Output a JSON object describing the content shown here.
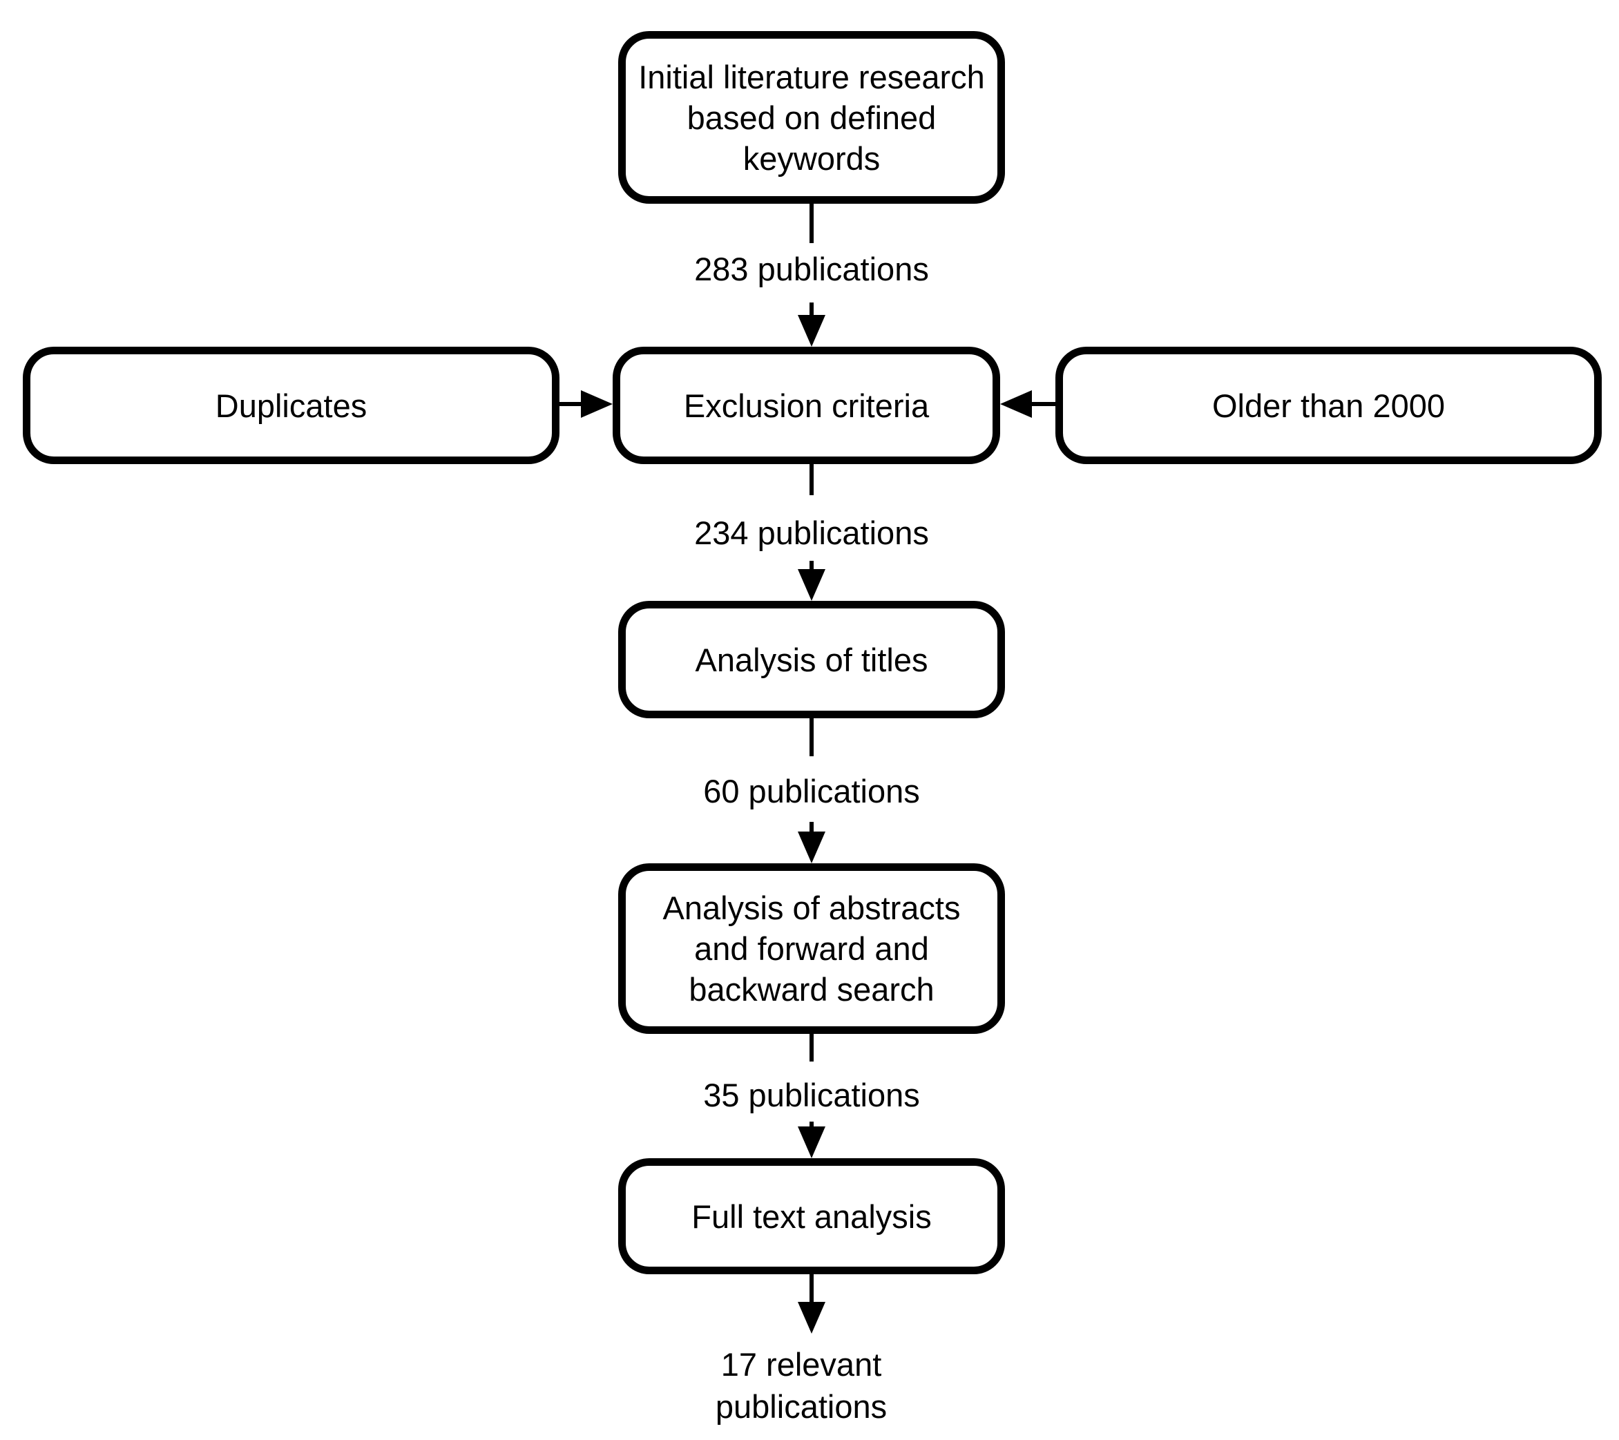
{
  "flowchart": {
    "nodes": {
      "initial": {
        "label": "Initial literature research based on defined keywords"
      },
      "duplicates": {
        "label": "Duplicates"
      },
      "exclusion": {
        "label": "Exclusion criteria"
      },
      "older_than_2000": {
        "label": "Older than 2000"
      },
      "analysis_of_titles": {
        "label": "Analysis of titles"
      },
      "analysis_of_abstracts": {
        "label": "Analysis of abstracts and forward and backward search"
      },
      "full_text_analysis": {
        "label": "Full text analysis"
      },
      "result": {
        "label": "17 relevant publications"
      }
    },
    "edges": [
      {
        "from": "initial",
        "to": "exclusion",
        "label": "283 publications",
        "direction": "down"
      },
      {
        "from": "duplicates",
        "to": "exclusion",
        "label": "",
        "direction": "right"
      },
      {
        "from": "older_than_2000",
        "to": "exclusion",
        "label": "",
        "direction": "left"
      },
      {
        "from": "exclusion",
        "to": "analysis_of_titles",
        "label": "234 publications",
        "direction": "down"
      },
      {
        "from": "analysis_of_titles",
        "to": "analysis_of_abstracts",
        "label": "60 publications",
        "direction": "down"
      },
      {
        "from": "analysis_of_abstracts",
        "to": "full_text_analysis",
        "label": "35 publications",
        "direction": "down"
      },
      {
        "from": "full_text_analysis",
        "to": "result",
        "label": "",
        "direction": "down"
      }
    ],
    "colors": {
      "background": "#ffffff",
      "box_fill": "#ffffff",
      "box_border": "#000000",
      "line": "#000000",
      "text": "#000000"
    }
  }
}
